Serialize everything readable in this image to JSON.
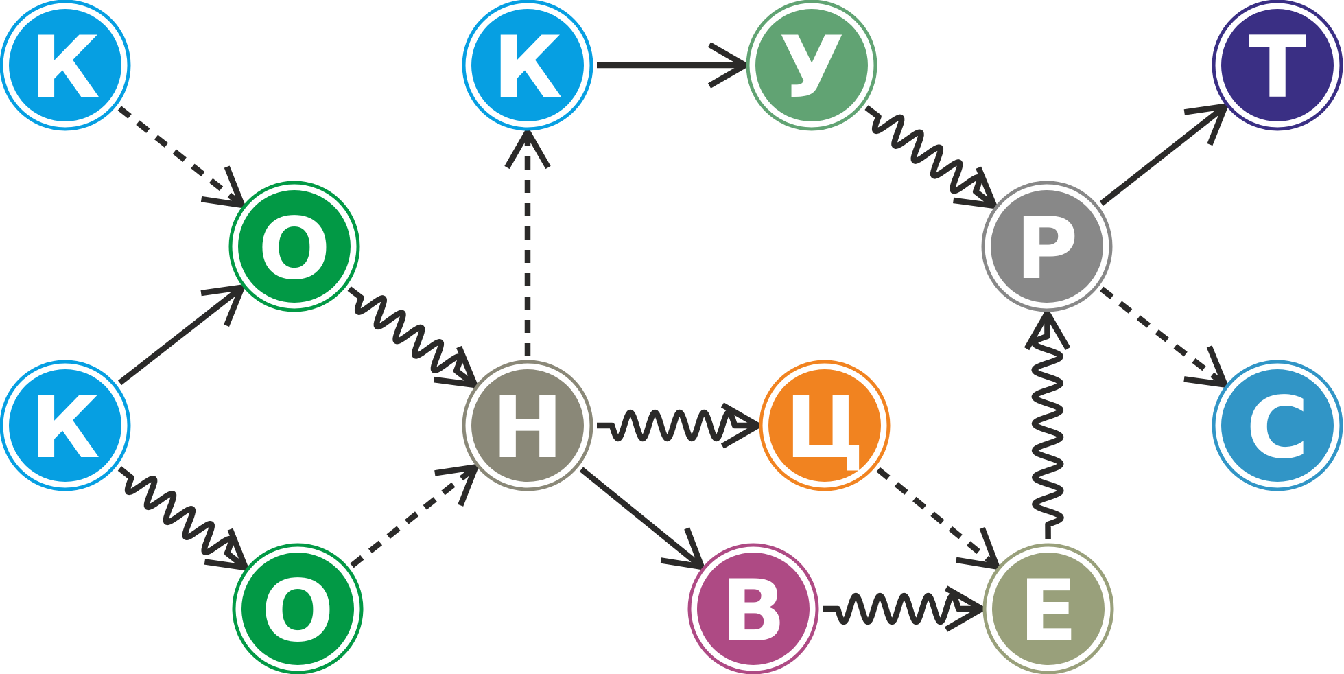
{
  "nodes": [
    {
      "id": "k1",
      "letter": "К",
      "color": "#069fe2"
    },
    {
      "id": "k2",
      "letter": "К",
      "color": "#069fe2"
    },
    {
      "id": "k3",
      "letter": "К",
      "color": "#069fe2"
    },
    {
      "id": "o1",
      "letter": "О",
      "color": "#029945"
    },
    {
      "id": "o2",
      "letter": "О",
      "color": "#029945"
    },
    {
      "id": "h",
      "letter": "Н",
      "color": "#8a8878"
    },
    {
      "id": "u",
      "letter": "У",
      "color": "#61a373"
    },
    {
      "id": "ts",
      "letter": "Ц",
      "color": "#f18320"
    },
    {
      "id": "v",
      "letter": "В",
      "color": "#ae4a84"
    },
    {
      "id": "e",
      "letter": "Е",
      "color": "#99a07b"
    },
    {
      "id": "r",
      "letter": "Р",
      "color": "#888888"
    },
    {
      "id": "t",
      "letter": "Т",
      "color": "#3a2f84"
    },
    {
      "id": "s",
      "letter": "С",
      "color": "#3195c6"
    }
  ],
  "edges": [
    {
      "id": "k1-o1",
      "from": "k1",
      "to": "o1",
      "style": "dashed"
    },
    {
      "id": "k3-o1",
      "from": "k3",
      "to": "o1",
      "style": "solid"
    },
    {
      "id": "k3-o2",
      "from": "k3",
      "to": "o2",
      "style": "wavy"
    },
    {
      "id": "o1-h",
      "from": "o1",
      "to": "h",
      "style": "wavy"
    },
    {
      "id": "o2-h",
      "from": "o2",
      "to": "h",
      "style": "dashed"
    },
    {
      "id": "h-k2",
      "from": "h",
      "to": "k2",
      "style": "dashed"
    },
    {
      "id": "h-ts",
      "from": "h",
      "to": "ts",
      "style": "wavy"
    },
    {
      "id": "h-v",
      "from": "h",
      "to": "v",
      "style": "solid"
    },
    {
      "id": "k2-u",
      "from": "k2",
      "to": "u",
      "style": "solid"
    },
    {
      "id": "u-r",
      "from": "u",
      "to": "r",
      "style": "wavy"
    },
    {
      "id": "ts-e",
      "from": "ts",
      "to": "e",
      "style": "dashed"
    },
    {
      "id": "v-e",
      "from": "v",
      "to": "e",
      "style": "wavy"
    },
    {
      "id": "e-r",
      "from": "e",
      "to": "r",
      "style": "wavy"
    },
    {
      "id": "r-t",
      "from": "r",
      "to": "t",
      "style": "solid"
    },
    {
      "id": "r-s",
      "from": "r",
      "to": "s",
      "style": "dashed"
    }
  ]
}
